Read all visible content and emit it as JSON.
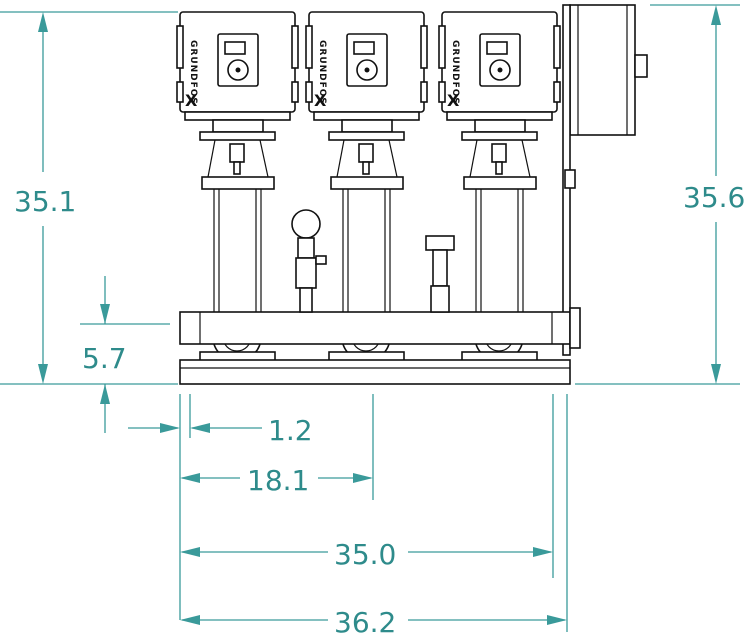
{
  "dimensions": {
    "overall_height": "35.1",
    "cabinet_height": "35.6",
    "base_height": "5.7",
    "offset": "1.2",
    "center_span": "18.1",
    "base_width": "35.0",
    "overall_width": "36.2"
  },
  "pump_brand": "GRUNDFOS",
  "pump_logo_mark": "X",
  "colors": {
    "dimension": "#3a9a9a",
    "ink": "#111111",
    "background": "#ffffff"
  }
}
